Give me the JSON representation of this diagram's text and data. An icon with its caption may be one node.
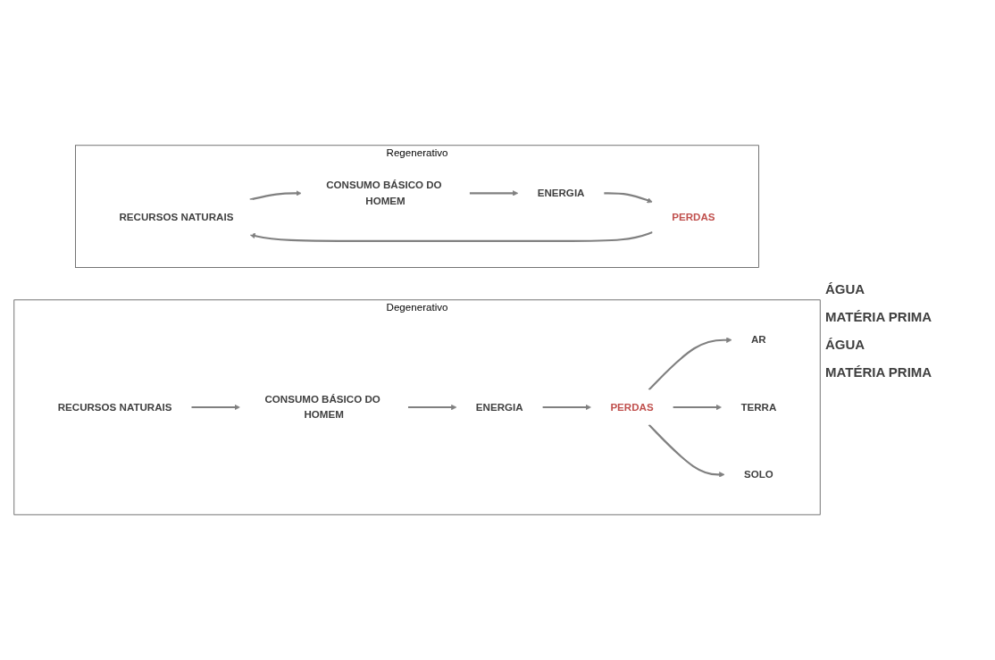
{
  "diagram": {
    "nodes": [
      {
        "text": [
          "Degenerativo"
        ]
      },
      {
        "text": [
          "RECURSOS NATURAIS"
        ],
        "in": 0
      },
      {
        "text": [
          "CONSUMO BÁSICO DO HOMEM"
        ],
        "in": 0
      },
      {
        "text": [
          "ENERGIA"
        ],
        "in": 0
      },
      {
        "text": [
          "PERDAS"
        ],
        "in": 0
      },
      {
        "text": [
          "AR"
        ],
        "in": 0
      },
      {
        "text": [
          "TERRA"
        ],
        "in": 0
      },
      {
        "text": [
          "SOLO"
        ],
        "in": 0
      },
      {
        "text": [
          "Regenerativo"
        ]
      },
      {
        "text": [
          "RECURSOS NATURAIS"
        ],
        "in": 8
      },
      {
        "text": [
          "CONSUMO BÁSICO DO HOMEM"
        ],
        "in": 8
      },
      {
        "text": [
          "ENERGIA"
        ],
        "in": 8
      },
      {
        "text": [
          "PERDAS"
        ],
        "in": 8
      }
    ],
    "edges": [
      {
        "from": 1,
        "to": 2,
        "arrow": "to"
      },
      {
        "from": 2,
        "to": 3,
        "arrow": "to"
      },
      {
        "from": 3,
        "to": 4,
        "arrow": "to"
      },
      {
        "from": 4,
        "to": 5,
        "arrow": "to"
      },
      {
        "from": 4,
        "to": 6,
        "arrow": "to"
      },
      {
        "from": 4,
        "to": 7,
        "arrow": "to"
      },
      {
        "from": 9,
        "to": 10,
        "arrow": "to"
      },
      {
        "from": 10,
        "to": 11,
        "arrow": "to"
      },
      {
        "from": 11,
        "to": 12,
        "arrow": "to"
      },
      {
        "from": 12,
        "to": 9,
        "arrow": "to"
      }
    ],
    "labels": [
      "ÁGUA",
      "MATÉRIA PRIMA",
      "ÁGUA",
      "MATÉRIA PRIMA"
    ]
  }
}
